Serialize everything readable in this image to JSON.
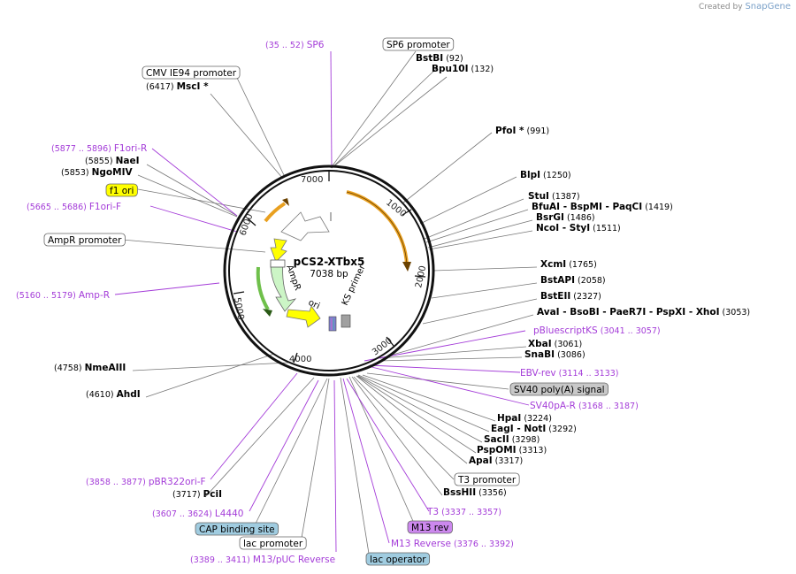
{
  "credit": {
    "prefix": "Created by",
    "brand": "SnapGene"
  },
  "plasmid": {
    "name": "pCS2-XTbx5",
    "length": "7038 bp"
  },
  "ticks": [
    "1000",
    "2000",
    "3000",
    "4000",
    "5000",
    "6000",
    "7000"
  ],
  "inner_features": {
    "ampr": "AmpR",
    "ori": "ori",
    "ks_primer": "KS primer"
  },
  "features": [
    {
      "name": "SP6 promoter",
      "pos": null,
      "box": "plain"
    },
    {
      "name": "CMV IE94 promoter",
      "pos": null,
      "box": "plain"
    },
    {
      "name": "f1 ori",
      "pos": null,
      "box": "yellow"
    },
    {
      "name": "AmpR promoter",
      "pos": null,
      "box": "plain"
    },
    {
      "name": "SV40 poly(A) signal",
      "pos": null,
      "box": "gray"
    },
    {
      "name": "T3 promoter",
      "pos": null,
      "box": "plain"
    },
    {
      "name": "M13 rev",
      "pos": null,
      "box": "violet"
    },
    {
      "name": "CAP binding site",
      "pos": null,
      "box": "teal"
    },
    {
      "name": "lac promoter",
      "pos": null,
      "box": "plain"
    },
    {
      "name": "lac operator",
      "pos": null,
      "box": "teal"
    }
  ],
  "enzymes": [
    {
      "name": "BstBI",
      "pos": "(92)"
    },
    {
      "name": "Bpu10I",
      "pos": "(132)"
    },
    {
      "name": "MscI *",
      "pos": "(6417)"
    },
    {
      "name": "PfoI *",
      "pos": "(991)"
    },
    {
      "name": "NaeI",
      "pos": "(5855)"
    },
    {
      "name": "NgoMIV",
      "pos": "(5853)"
    },
    {
      "name": "BlpI",
      "pos": "(1250)"
    },
    {
      "name": "StuI",
      "pos": "(1387)"
    },
    {
      "name": "BfuAI  - BspMI  - PaqCI",
      "pos": "(1419)"
    },
    {
      "name": "BsrGI",
      "pos": "(1486)"
    },
    {
      "name": "NcoI  - StyI",
      "pos": "(1511)"
    },
    {
      "name": "XcmI",
      "pos": "(1765)"
    },
    {
      "name": "BstAPI",
      "pos": "(2058)"
    },
    {
      "name": "BstEII",
      "pos": "(2327)"
    },
    {
      "name": "AvaI  - BsoBI  - PaeR7I  - PspXI  - XhoI",
      "pos": "(3053)"
    },
    {
      "name": "XbaI",
      "pos": "(3061)"
    },
    {
      "name": "SnaBI",
      "pos": "(3086)"
    },
    {
      "name": "HpaI",
      "pos": "(3224)"
    },
    {
      "name": "EagI  - NotI",
      "pos": "(3292)"
    },
    {
      "name": "SacII",
      "pos": "(3298)"
    },
    {
      "name": "PspOMI",
      "pos": "(3313)"
    },
    {
      "name": "ApaI",
      "pos": "(3317)"
    },
    {
      "name": "BssHII",
      "pos": "(3356)"
    },
    {
      "name": "PciI",
      "pos": "(3717)"
    },
    {
      "name": "NmeAIII",
      "pos": "(4758)"
    },
    {
      "name": "AhdI",
      "pos": "(4610)"
    }
  ],
  "primers": [
    {
      "name": "SP6",
      "pos": "(35 .. 52)"
    },
    {
      "name": "F1ori-R",
      "pos": "(5877 .. 5896)"
    },
    {
      "name": "F1ori-F",
      "pos": "(5665 .. 5686)"
    },
    {
      "name": "Amp-R",
      "pos": "(5160 .. 5179)"
    },
    {
      "name": "pBluescriptKS",
      "pos": "(3041 .. 3057)"
    },
    {
      "name": "EBV-rev",
      "pos": "(3114 .. 3133)"
    },
    {
      "name": "SV40pA-R",
      "pos": "(3168 .. 3187)"
    },
    {
      "name": "T3",
      "pos": "(3337 .. 3357)"
    },
    {
      "name": "M13 Reverse",
      "pos": "(3376 .. 3392)"
    },
    {
      "name": "pBR322ori-F",
      "pos": "(3858 .. 3877)"
    },
    {
      "name": "L4440",
      "pos": "(3607 .. 3624)"
    },
    {
      "name": "M13/pUC Reverse",
      "pos": "(3389 .. 3411)"
    }
  ]
}
